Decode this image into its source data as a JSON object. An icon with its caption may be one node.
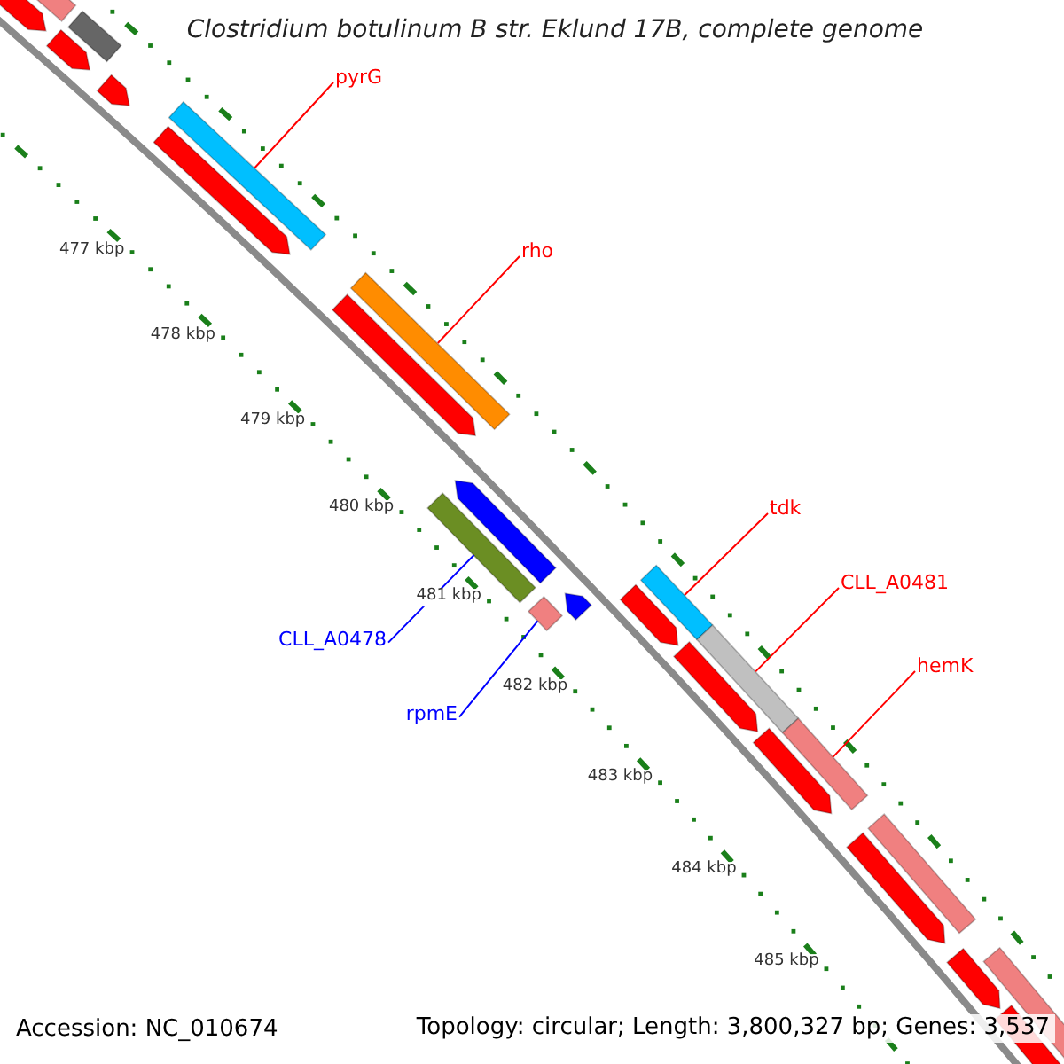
{
  "diagram": {
    "title": "Clostridium botulinum B str. Eklund 17B, complete genome",
    "nodes": [
      {
        "text": [
          "pyrG"
        ]
      },
      {
        "text": [],
        "shape": "bar"
      },
      {
        "text": [
          "rho"
        ]
      },
      {
        "text": [],
        "shape": "bar"
      },
      {
        "text": [
          "tdk"
        ]
      },
      {
        "text": [],
        "shape": "bar"
      },
      {
        "text": [
          "CLL_A0481"
        ]
      },
      {
        "text": [],
        "shape": "bar"
      },
      {
        "text": [
          "CLL_A0478"
        ]
      },
      {
        "text": [],
        "shape": "bar"
      },
      {
        "text": [
          "hemK"
        ]
      },
      {
        "text": [],
        "shape": "bar"
      },
      {
        "text": [
          "rpmE"
        ]
      },
      {
        "text": [],
        "shape": "bar"
      },
      {
        "text": [],
        "shape": "arrow"
      },
      {
        "text": [],
        "shape": "bar"
      },
      {
        "text": [],
        "shape": "arrow"
      },
      {
        "text": [],
        "shape": "bar"
      },
      {
        "text": [],
        "shape": "arrow"
      },
      {
        "text": [],
        "shape": "arrow"
      },
      {
        "text": [],
        "shape": "arrow"
      },
      {
        "text": [],
        "shape": "arrow"
      },
      {
        "text": [],
        "shape": "arrow"
      },
      {
        "text": [],
        "shape": "arrow"
      },
      {
        "text": [],
        "shape": "arrow"
      },
      {
        "text": [],
        "shape": "arrow"
      },
      {
        "text": [],
        "shape": "arrow"
      },
      {
        "text": [],
        "shape": "bar"
      },
      {
        "text": [],
        "shape": "arrow"
      },
      {
        "text": [],
        "shape": "bar"
      },
      {
        "text": [],
        "shape": "arrow"
      }
    ],
    "edges": [
      {
        "from": 0,
        "to": 1,
        "arrow": "none"
      },
      {
        "from": 2,
        "to": 3,
        "arrow": "none"
      },
      {
        "from": 4,
        "to": 5,
        "arrow": "none"
      },
      {
        "from": 6,
        "to": 7,
        "arrow": "none"
      },
      {
        "from": 8,
        "to": 9,
        "arrow": "none",
        "color": "#0000ff"
      },
      {
        "from": 10,
        "to": 11,
        "arrow": "none"
      },
      {
        "from": 12,
        "to": 13,
        "arrow": "none",
        "color": "#0000ff"
      }
    ],
    "labels": [
      "477 kbp",
      "478 kbp",
      "479 kbp",
      "480 kbp",
      "481 kbp",
      "482 kbp",
      "483 kbp",
      "484 kbp",
      "485 kbp",
      "Accession: NC_010674",
      "Topology: circular; Length: 3,800,327 bp; Genes: 3,537"
    ]
  }
}
